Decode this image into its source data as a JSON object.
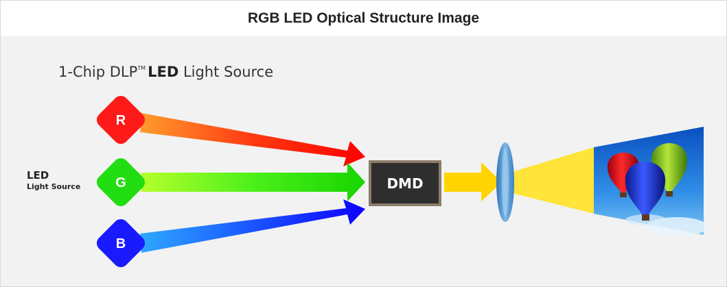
{
  "header": {
    "title": "RGB LED Optical Structure Image"
  },
  "diagram": {
    "subtitle_prefix": "1-Chip DLP",
    "subtitle_tm": "TM",
    "subtitle_bold": "LED",
    "subtitle_suffix": " Light Source",
    "led_label_line1": "LED",
    "led_label_line2": "Light Source",
    "leds": [
      {
        "label": "R",
        "color": "#ff1a1a"
      },
      {
        "label": "G",
        "color": "#22dd11"
      },
      {
        "label": "B",
        "color": "#1a1aff"
      }
    ],
    "dmd_label": "DMD",
    "beam_color": "#ffdd00"
  }
}
